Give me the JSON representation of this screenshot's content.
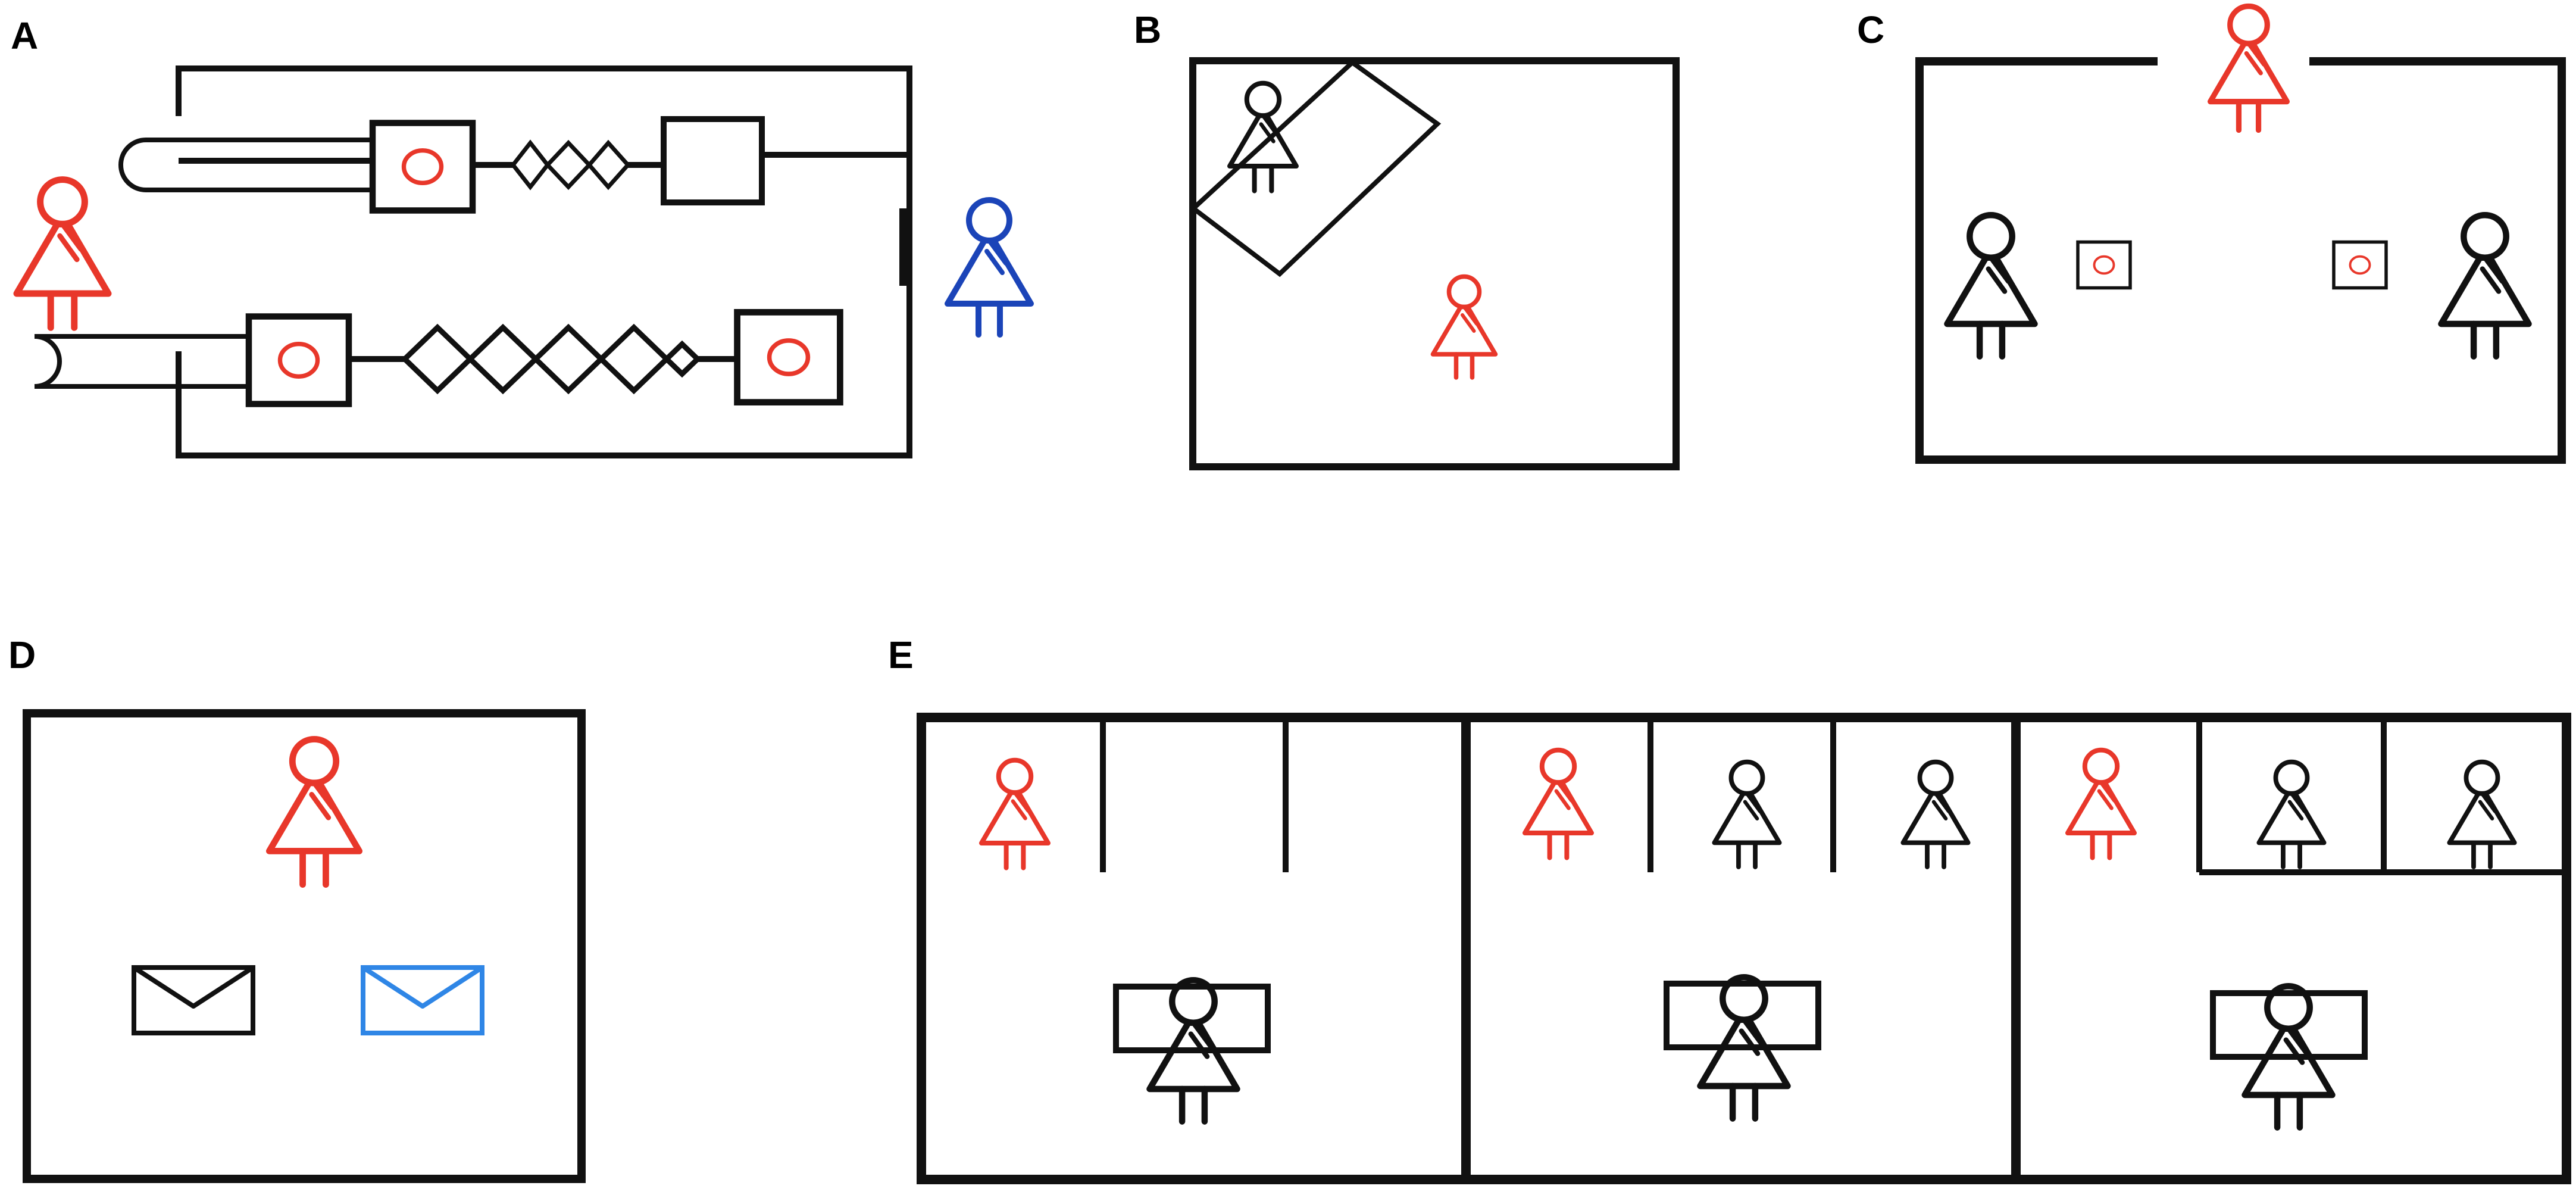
{
  "colors": {
    "ink": "#111111",
    "red": "#e8372a",
    "blue": "#1b44b8",
    "light_blue": "#2f86e6"
  },
  "panels": {
    "a": {
      "label": "A"
    },
    "b": {
      "label": "B"
    },
    "c": {
      "label": "C"
    },
    "d": {
      "label": "D"
    },
    "e": {
      "label": "E"
    }
  }
}
